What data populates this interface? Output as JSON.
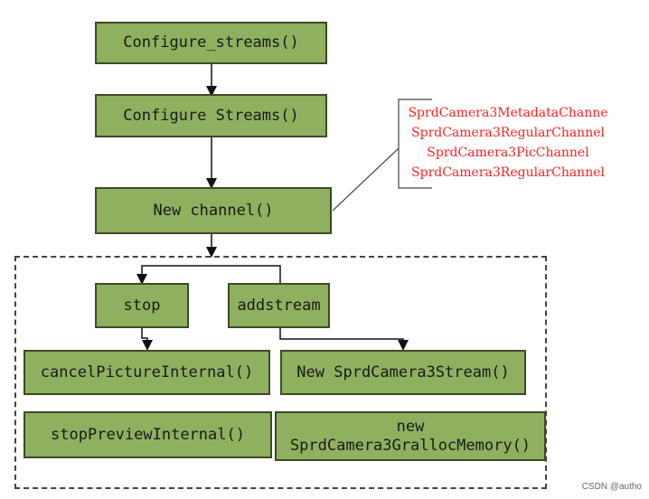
{
  "nodes": {
    "configure_streams_lower": "Configure_streams()",
    "configure_streams": "Configure Streams()",
    "new_channel": "New channel()",
    "stop": "stop",
    "addstream": "addstream",
    "cancel_picture": "cancelPictureInternal()",
    "new_stream": "New SprdCamera3Stream()",
    "stop_preview": "stopPreviewInternal()",
    "new_gralloc_line1": "new",
    "new_gralloc_line2": "SprdCamera3GrallocMemory()"
  },
  "channel_list": [
    "SprdCamera3MetadataChanne",
    "SprdCamera3RegularChannel",
    "SprdCamera3PicChannel",
    "SprdCamera3RegularChannel"
  ],
  "watermark": "CSDN @autho",
  "colors": {
    "node_fill": "#8fb05f",
    "node_border": "#3c4a25",
    "list_text": "#ff2020"
  }
}
